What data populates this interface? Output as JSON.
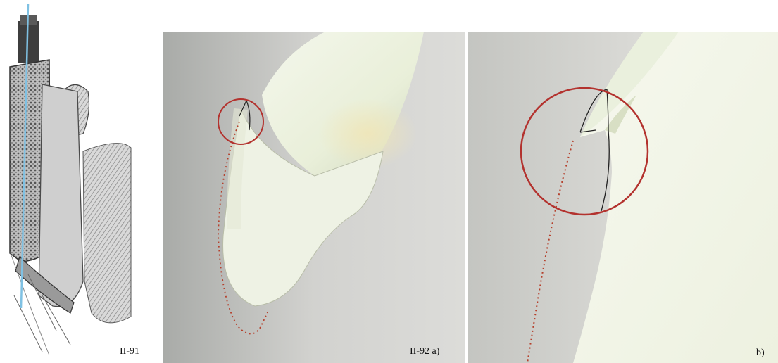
{
  "figures": [
    {
      "id": "II-91",
      "caption": "II-91"
    },
    {
      "id": "II-92a",
      "caption": "II-92 a)"
    },
    {
      "id": "II-92b",
      "caption": "b)"
    }
  ],
  "colors": {
    "axis_line": "#7fc1e3",
    "highlight_circle": "#b3322e",
    "dotted_outline": "#b5402c",
    "background_a": "#c9c9c6",
    "background_b": "#d8d8d4",
    "crown": "#f1f4e8"
  }
}
